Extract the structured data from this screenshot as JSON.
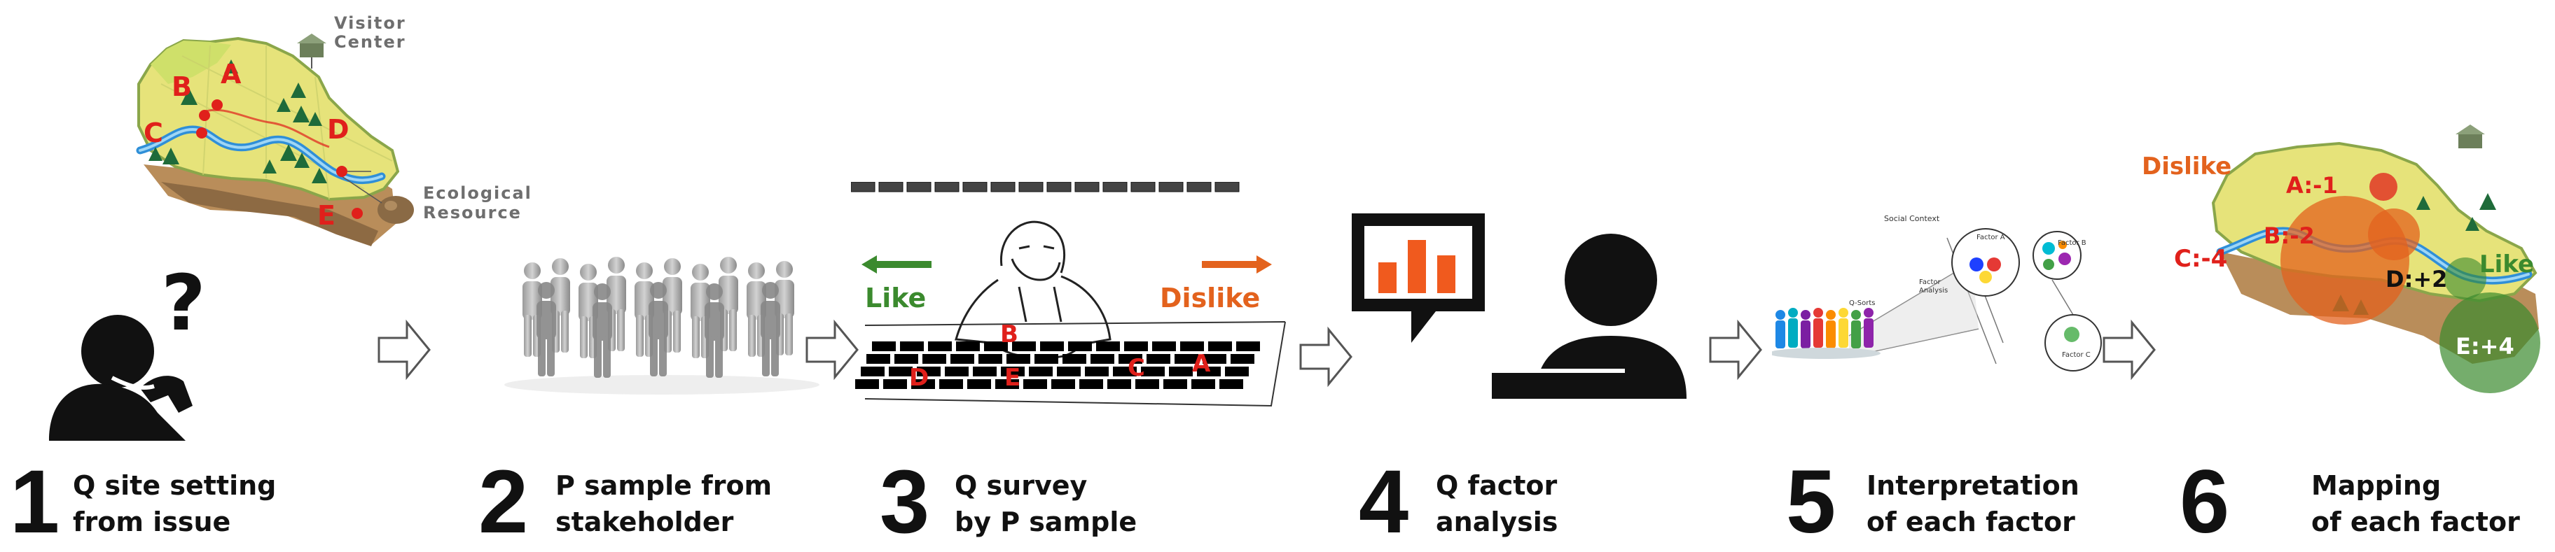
{
  "steps": [
    {
      "number": "1",
      "line1": "Q site setting",
      "line2": "from issue"
    },
    {
      "number": "2",
      "line1": "P sample from",
      "line2": "stakeholder"
    },
    {
      "number": "3",
      "line1": "Q survey",
      "line2": "by P sample"
    },
    {
      "number": "4",
      "line1": "Q factor",
      "line2": "analysis"
    },
    {
      "number": "5",
      "line1": "Interpretation",
      "line2": "of each factor"
    },
    {
      "number": "6",
      "line1": "Mapping",
      "line2": "of each factor"
    }
  ],
  "map1": {
    "visitor_center_1": "Visitor",
    "visitor_center_2": "Center",
    "ecological_1": "Ecological",
    "ecological_2": "Resource",
    "sites": [
      "A",
      "B",
      "C",
      "D",
      "E"
    ],
    "question": "?"
  },
  "survey": {
    "like": "Like",
    "dislike": "Dislike",
    "card_labels": [
      "B",
      "D",
      "E",
      "C",
      "A"
    ]
  },
  "factors": {
    "social_context": "Social Context",
    "factor_a": "Factor A",
    "factor_b": "Factor B",
    "factor_c": "Factor C",
    "q_sorts": "Q-Sorts",
    "factor_analysis_1": "Factor",
    "factor_analysis_2": "Analysis"
  },
  "mapping": {
    "dislike": "Dislike",
    "like": "Like",
    "scores": {
      "a": "A:-1",
      "b": "B:-2",
      "c": "C:-4",
      "d": "D:+2",
      "e": "E:+4"
    }
  },
  "colors": {
    "red": "#e0201b",
    "orange": "#e3621d",
    "green": "#3b8a2e",
    "chart_orange": "#f05a1e"
  }
}
